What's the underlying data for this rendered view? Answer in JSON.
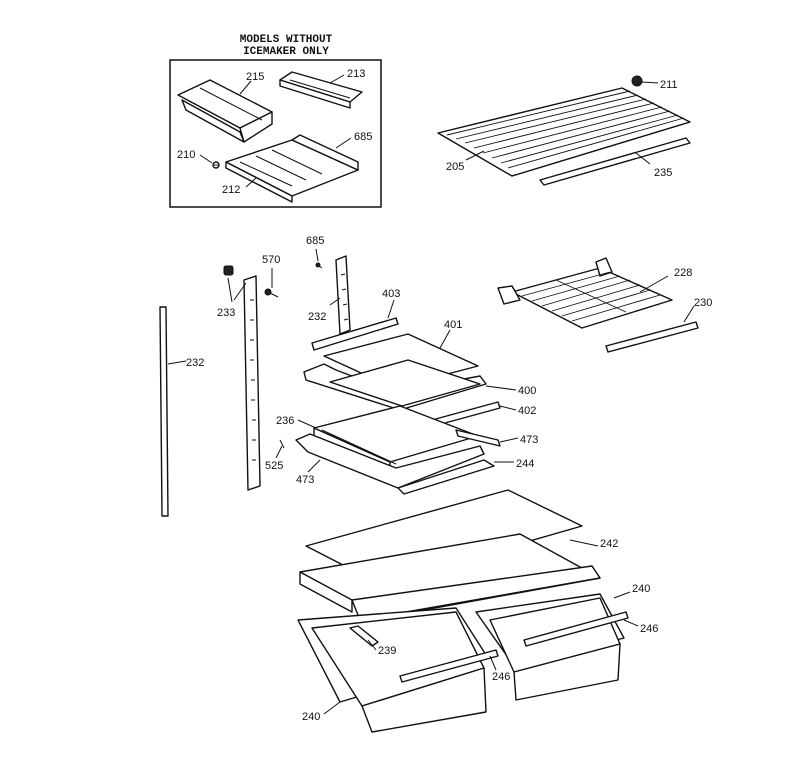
{
  "inset": {
    "title_line1": "MODELS WITHOUT",
    "title_line2": "ICEMAKER ONLY"
  },
  "labels": {
    "p215": "215",
    "p213": "213",
    "p685a": "685",
    "p210": "210",
    "p212": "212",
    "p211": "211",
    "p205": "205",
    "p235": "235",
    "p685b": "685",
    "p570": "570",
    "p233": "233",
    "p232a": "232",
    "p232b": "232",
    "p403": "403",
    "p401": "401",
    "p400": "400",
    "p402": "402",
    "p236": "236",
    "p473a": "473",
    "p473b": "473",
    "p525": "525",
    "p244": "244",
    "p228": "228",
    "p230": "230",
    "p242": "242",
    "p240a": "240",
    "p240b": "240",
    "p246a": "246",
    "p246b": "246",
    "p239": "239"
  }
}
